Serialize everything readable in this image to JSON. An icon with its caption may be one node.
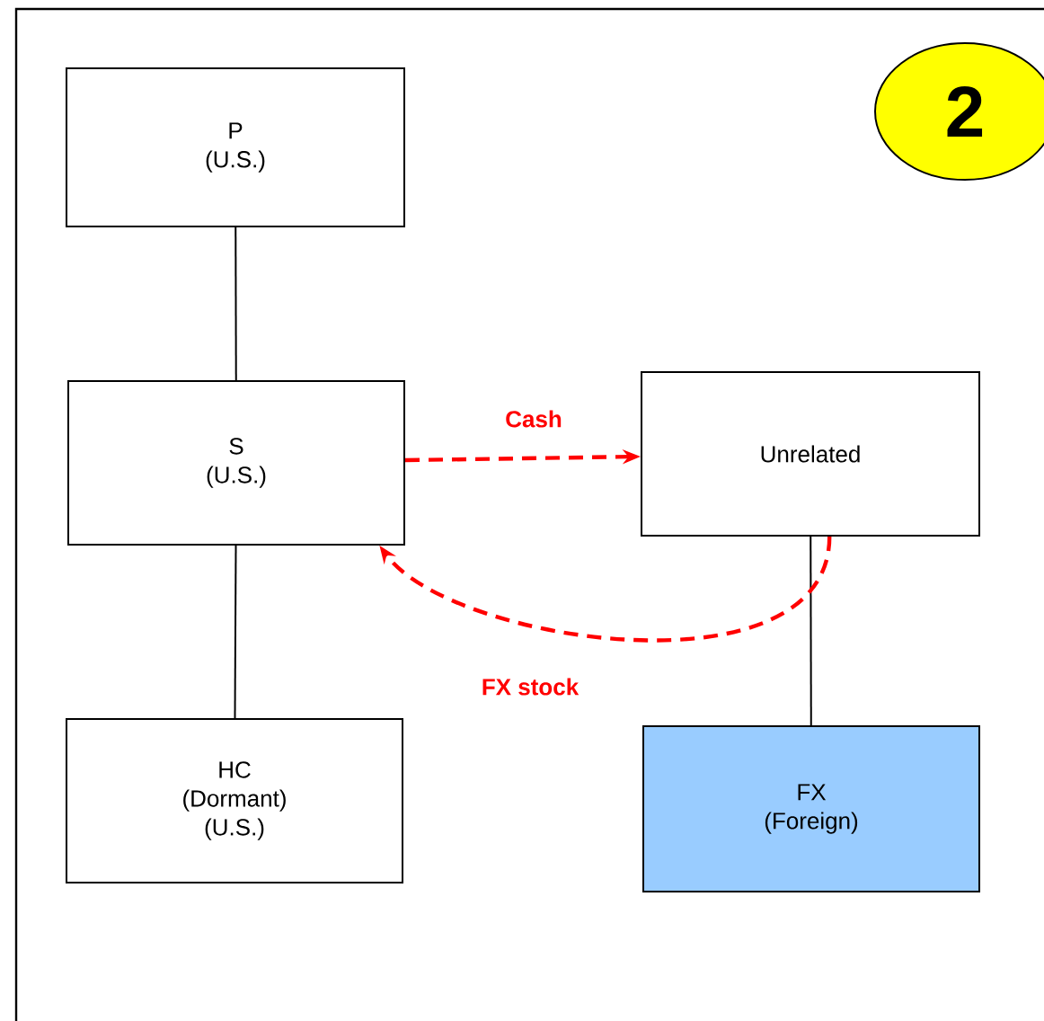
{
  "diagram": {
    "nodes": [
      {
        "text": [
          "P (U.S.)"
        ]
      },
      {
        "text": [
          "S (U.S.)"
        ]
      },
      {
        "text": [
          "Unrelated"
        ]
      },
      {
        "text": [
          "HC (Dormant) (U.S.)"
        ]
      },
      {
        "text": [
          "FX (Foreign)"
        ]
      },
      {
        "text": [
          "2"
        ]
      }
    ],
    "edges": [
      {
        "from": 0,
        "to": 1,
        "arrow": "none"
      },
      {
        "from": 1,
        "to": 3,
        "arrow": "none"
      },
      {
        "from": 2,
        "to": 4,
        "arrow": "none"
      },
      {
        "from": 1,
        "to": 2,
        "arrow": "to",
        "label": "Cash",
        "style": "dashed",
        "color": "#ff0000"
      },
      {
        "from": 2,
        "to": 1,
        "arrow": "to",
        "label": "FX stock",
        "style": "dashed",
        "color": "#ff0000"
      }
    ]
  }
}
